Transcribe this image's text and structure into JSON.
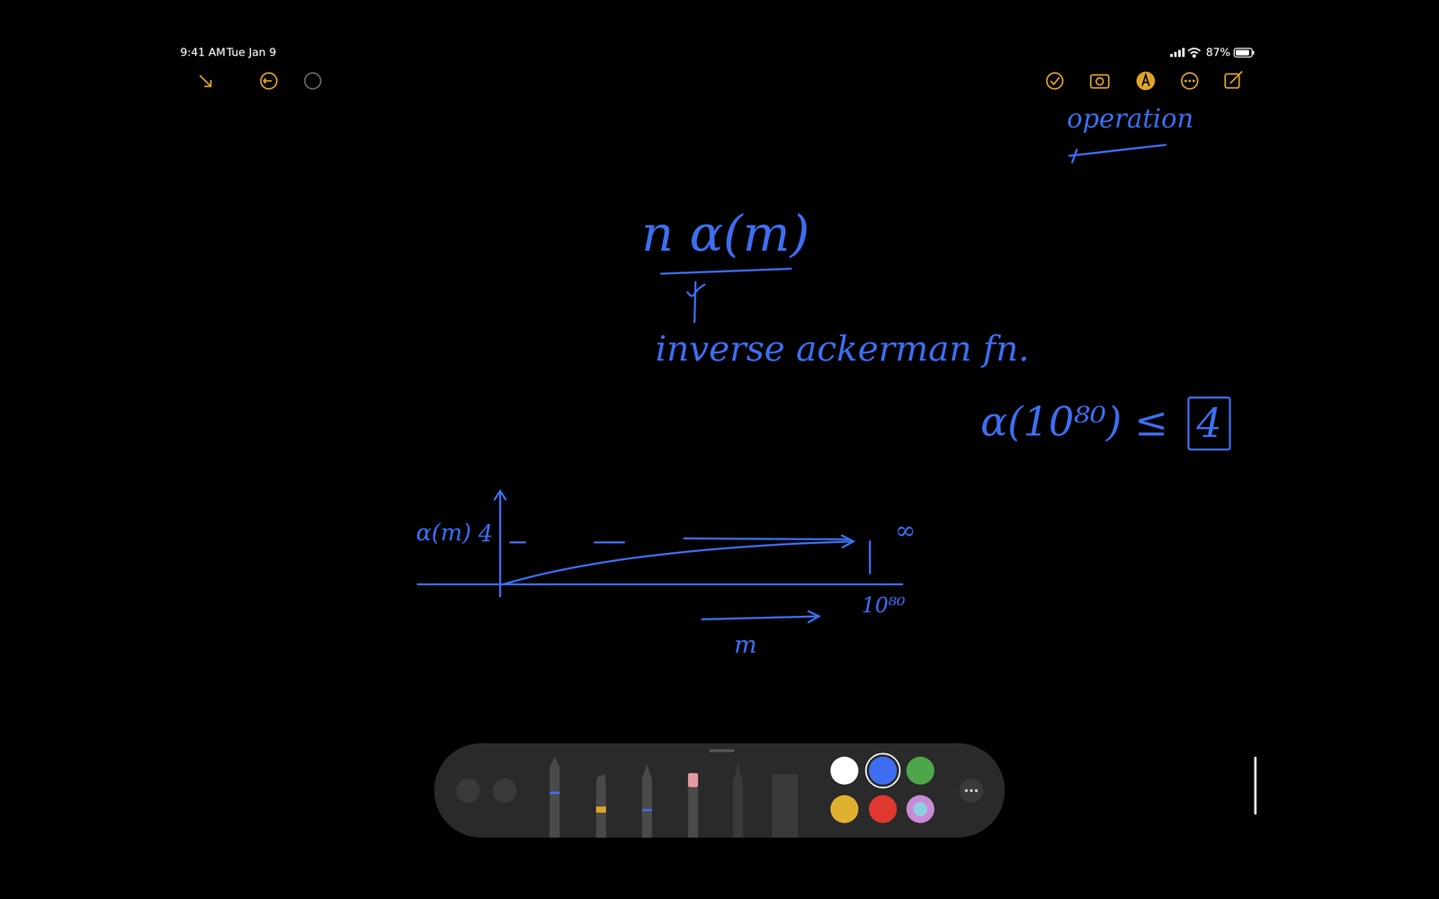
{
  "diagram": {
    "labels": [
      "9:41 AM",
      "Tue Jan 9",
      "87%",
      "operation",
      "n α(m)",
      "inverse ackerman fn.",
      "α(10⁸⁰) ≤",
      "4",
      "α(m)",
      "4",
      "∞",
      "10⁸⁰",
      "m"
    ]
  }
}
